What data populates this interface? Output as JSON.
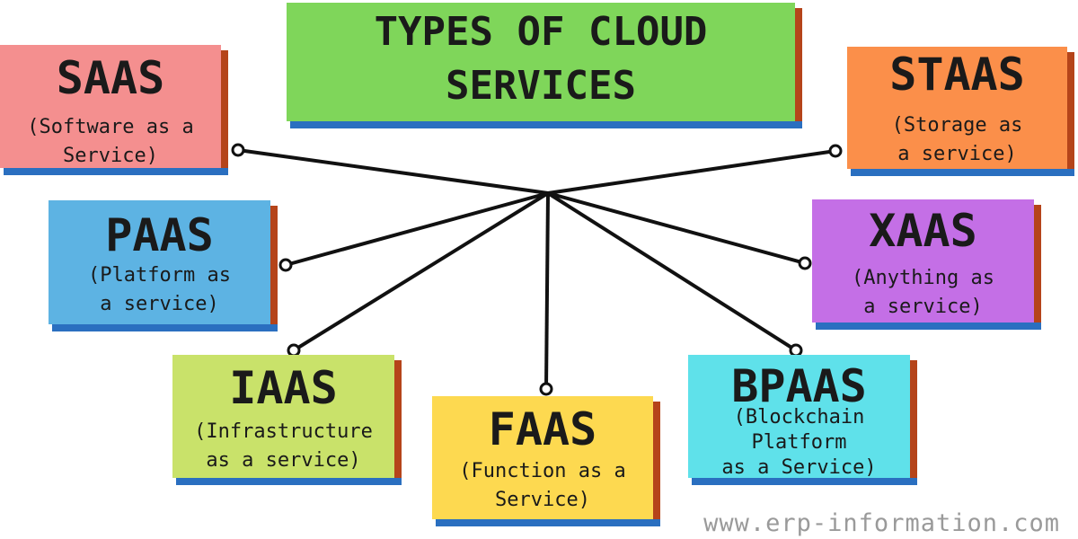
{
  "title": "TYPES OF CLOUD\nSERVICES",
  "colors": {
    "saas": "#f48f8f",
    "paas": "#5db3e3",
    "iaas": "#c9e26a",
    "faas": "#fdd950",
    "bpaas": "#5fe1ea",
    "xaas": "#c46fe6",
    "staas": "#fb8f4a",
    "title": "#7fd65a",
    "shadow_right": "#b5441a",
    "shadow_bottom": "#2a6fc0"
  },
  "services": {
    "saas": {
      "abbr": "SAAS",
      "desc": "(Software as a\nService)"
    },
    "paas": {
      "abbr": "PAAS",
      "desc": "(Platform as\na service)"
    },
    "iaas": {
      "abbr": "IAAS",
      "desc": "(Infrastructure\nas a service)"
    },
    "faas": {
      "abbr": "FAAS",
      "desc": "(Function as a\nService)"
    },
    "bpaas": {
      "abbr": "BPAAS",
      "desc": "(Blockchain\nPlatform\nas a Service)"
    },
    "xaas": {
      "abbr": "XAAS",
      "desc": "(Anything as\na service)"
    },
    "staas": {
      "abbr": "STAAS",
      "desc": "(Storage as\na service)"
    }
  },
  "watermark": "www.erp-information.com"
}
